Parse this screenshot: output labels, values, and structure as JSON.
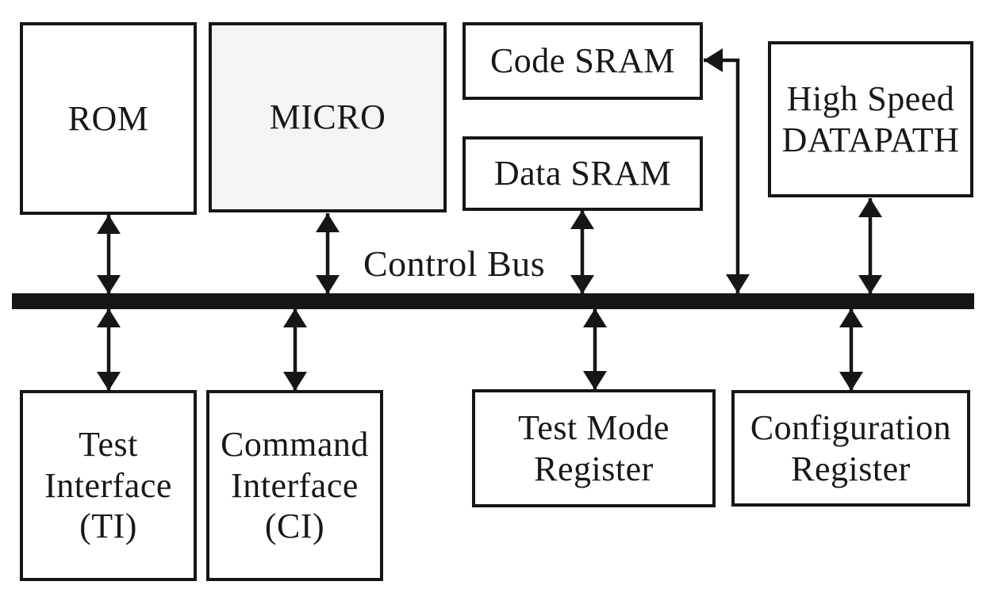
{
  "diagram": {
    "type": "block-diagram",
    "bus": {
      "label": "Control Bus"
    },
    "blocks": {
      "rom": {
        "label": "ROM"
      },
      "micro": {
        "label": "MICRO"
      },
      "code_sram": {
        "label": "Code SRAM"
      },
      "data_sram": {
        "label": "Data SRAM"
      },
      "datapath": {
        "label": "High Speed\nDATAPATH"
      },
      "test_interface": {
        "label": "Test\nInterface\n(TI)"
      },
      "command_interface": {
        "label": "Command\nInterface\n(CI)"
      },
      "test_mode_register": {
        "label": "Test Mode\nRegister"
      },
      "configuration_register": {
        "label": "Configuration\nRegister"
      }
    },
    "connections": [
      {
        "from": "ROM",
        "to": "Control Bus",
        "type": "bidirectional"
      },
      {
        "from": "MICRO",
        "to": "Control Bus",
        "type": "bidirectional"
      },
      {
        "from": "Data SRAM",
        "to": "Control Bus",
        "type": "bidirectional"
      },
      {
        "from": "High Speed DATAPATH",
        "to": "Control Bus",
        "type": "bidirectional"
      },
      {
        "from": "Control Bus",
        "to": "Code SRAM",
        "type": "bidirectional-elbow"
      },
      {
        "from": "Test Interface (TI)",
        "to": "Control Bus",
        "type": "bidirectional"
      },
      {
        "from": "Command Interface (CI)",
        "to": "Control Bus",
        "type": "bidirectional"
      },
      {
        "from": "Test Mode Register",
        "to": "Control Bus",
        "type": "bidirectional"
      },
      {
        "from": "Configuration Register",
        "to": "Control Bus",
        "type": "bidirectional"
      }
    ],
    "colors": {
      "stroke": "#161616",
      "text": "#181818",
      "micro_fill": "#f4f4f4",
      "background": "#ffffff"
    }
  }
}
